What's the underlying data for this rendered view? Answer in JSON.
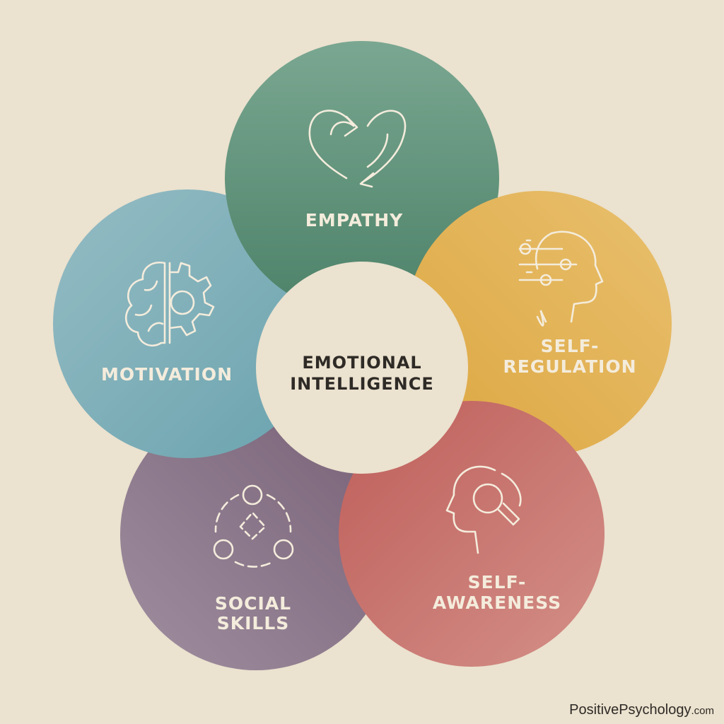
{
  "center": {
    "line1": "EMOTIONAL",
    "line2": "INTELLIGENCE",
    "color": "#ebe2cf"
  },
  "petals": [
    {
      "id": "empathy",
      "lines": [
        "EMPATHY"
      ],
      "icon": "heart-arrows-icon",
      "color": "#5f9079"
    },
    {
      "id": "self-regulation",
      "lines": [
        "SELF-",
        "REGULATION"
      ],
      "icon": "head-sliders-icon",
      "color": "#e2b04f"
    },
    {
      "id": "self-awareness",
      "lines": [
        "SELF-",
        "AWARENESS"
      ],
      "icon": "head-magnifier-icon",
      "color": "#c86e68"
    },
    {
      "id": "social-skills",
      "lines": [
        "SOCIAL",
        "SKILLS"
      ],
      "icon": "people-circle-icon",
      "color": "#8a7588"
    },
    {
      "id": "motivation",
      "lines": [
        "MOTIVATION"
      ],
      "icon": "brain-gear-icon",
      "color": "#80b0bb"
    }
  ],
  "logo": {
    "main": "PositivePsychology",
    "suffix": ".com"
  }
}
